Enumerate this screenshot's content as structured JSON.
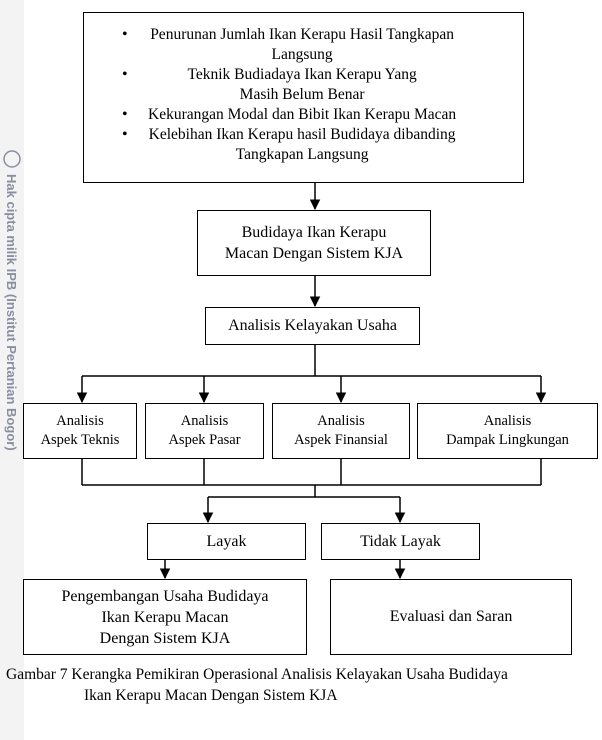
{
  "problems": [
    [
      "Penurunan Jumlah Ikan Kerapu Hasil Tangkapan",
      "Langsung"
    ],
    [
      "Teknik Budiadaya Ikan Kerapu Yang",
      "Masih Belum Benar"
    ],
    [
      "Kekurangan Modal dan Bibit Ikan Kerapu Macan"
    ],
    [
      "Kelebihan Ikan Kerapu hasil Budidaya dibanding",
      "Tangkapan Langsung"
    ]
  ],
  "budidaya": [
    "Budidaya Ikan Kerapu",
    "Macan Dengan Sistem KJA"
  ],
  "analisis_kelayakan": "Analisis Kelayakan Usaha",
  "aspects": [
    [
      "Analisis",
      "Aspek Teknis"
    ],
    [
      "Analisis",
      "Aspek Pasar"
    ],
    [
      "Analisis",
      "Aspek Finansial"
    ],
    [
      "Analisis",
      "Dampak Lingkungan"
    ]
  ],
  "layak": "Layak",
  "tidak_layak": "Tidak Layak",
  "pengembangan": [
    "Pengembangan Usaha Budidaya",
    "Ikan Kerapu Macan",
    "Dengan Sistem KJA"
  ],
  "evaluasi": "Evaluasi dan Saran",
  "caption": [
    "Gambar 7 Kerangka Pemikiran Operasional Analisis Kelayakan Usaha Budidaya",
    "Ikan Kerapu Macan Dengan Sistem KJA"
  ],
  "watermark": "Hak cipta milik IPB (Institut Pertanian Bogor)",
  "colors": {
    "line": "#000000",
    "watermark": "#8a8fa0"
  }
}
